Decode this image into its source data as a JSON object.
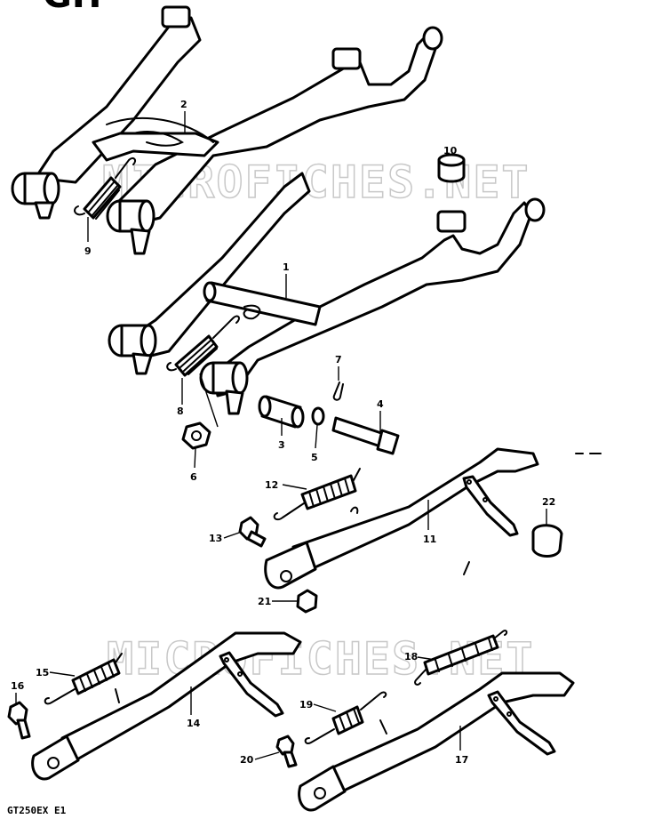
{
  "diagram": {
    "header_fragment": "GH",
    "model_code": "GT250EX  E1",
    "watermarks": [
      "MICROFICHES.NET",
      "MICROFICHES.NET"
    ],
    "callouts": [
      {
        "id": "2",
        "label": "2"
      },
      {
        "id": "9",
        "label": "9"
      },
      {
        "id": "10",
        "label": "10"
      },
      {
        "id": "1",
        "label": "1"
      },
      {
        "id": "7",
        "label": "7"
      },
      {
        "id": "4",
        "label": "4"
      },
      {
        "id": "8",
        "label": "8"
      },
      {
        "id": "3",
        "label": "3"
      },
      {
        "id": "5",
        "label": "5"
      },
      {
        "id": "6",
        "label": "6"
      },
      {
        "id": "12",
        "label": "12"
      },
      {
        "id": "22",
        "label": "22"
      },
      {
        "id": "13",
        "label": "13"
      },
      {
        "id": "11",
        "label": "11"
      },
      {
        "id": "21",
        "label": "21"
      },
      {
        "id": "18",
        "label": "18"
      },
      {
        "id": "15",
        "label": "15"
      },
      {
        "id": "16",
        "label": "16"
      },
      {
        "id": "14",
        "label": "14"
      },
      {
        "id": "19",
        "label": "19"
      },
      {
        "id": "20",
        "label": "20"
      },
      {
        "id": "17",
        "label": "17"
      }
    ]
  }
}
